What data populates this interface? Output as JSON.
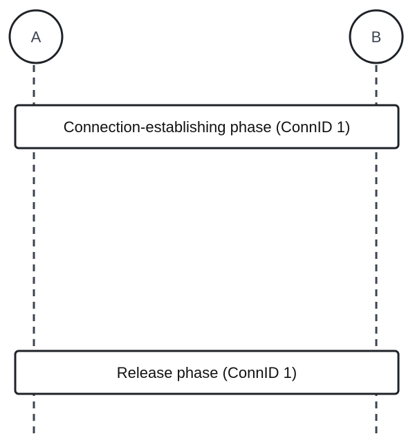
{
  "participants": {
    "a": {
      "label": "A"
    },
    "b": {
      "label": "B"
    }
  },
  "phases": {
    "connection": {
      "label": "Connection-establishing phase (ConnID 1)"
    },
    "release": {
      "label": "Release phase (ConnID 1)"
    }
  },
  "colors": {
    "stroke": "#1f2328",
    "lifeline": "#3d4450",
    "text": "#111111"
  }
}
